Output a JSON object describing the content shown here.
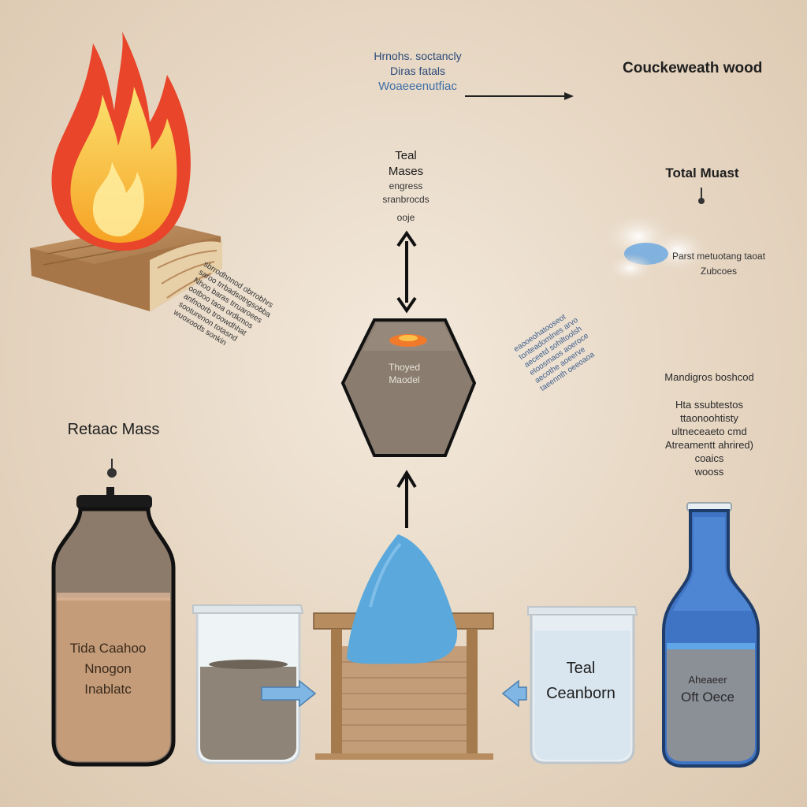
{
  "labels": {
    "top_right_title": "Couckeweath wood",
    "top_center": [
      "Hrnohs. soctancly",
      "Diras fatals",
      "Woaeeenutfiac"
    ],
    "total_mass_center": [
      "Teal",
      "Mases",
      "engress",
      "sranbrocds",
      "ooje"
    ],
    "total_mass_right": "Total Muast",
    "smoke_text": [
      "Parst metuotang taoat",
      "Zubcoes"
    ],
    "right_list": [
      "Mandigros boshcod",
      "Hta ssubtestos",
      "ttaonoohtisty",
      "ultneceaeto cmd",
      "Atreamentt ahrired)",
      "coaics",
      "wooss"
    ],
    "left_mass": "Retaac Mass",
    "left_jar": [
      "Tida Caahoo",
      "Nnogon",
      "Inablatc"
    ],
    "hexagon": [
      "Thoyed",
      "Maodel"
    ],
    "right_beaker": [
      "Teal",
      "Ceanborn"
    ],
    "right_bottle": [
      "Aheaeer",
      "Oft Oece"
    ],
    "wood_stream_text": [
      "sbrrodhnnod obrrobhrs",
      "saroo trrbadsotngsobba",
      "Nhoo baras trruaroees",
      "ootboo taoa ordkmos",
      "anfnoorb troowdhhat",
      "sooturenon totasnd",
      "wuoxoods sonkin"
    ],
    "smoke_stream_text": [
      "eaooeohatooseot",
      "tonteadomlnes arvo",
      "aeceetd sohiltoolsh",
      "etoosmaos aoeroce",
      "aecothe aoeerve",
      "taeennth oeeoaoa"
    ]
  },
  "colors": {
    "background": "#e9dccb",
    "flame_outer": "#e8452a",
    "flame_mid": "#f6a324",
    "flame_inner": "#fbe271",
    "wood": "#b98a5c",
    "hexagon_fill": "#8a7d70",
    "water_blue": "#5aa8dc",
    "bottle_blue": "#3f74c4",
    "arrow_blue": "#7fb6e4",
    "outline": "#111111"
  },
  "icons": [
    "flame-icon",
    "wood-log-icon",
    "smoke-cloud-icon",
    "jar-icon",
    "beaker-icon",
    "bottle-icon",
    "hexagon-chamber-icon",
    "water-drop-icon",
    "arrow-icon"
  ]
}
